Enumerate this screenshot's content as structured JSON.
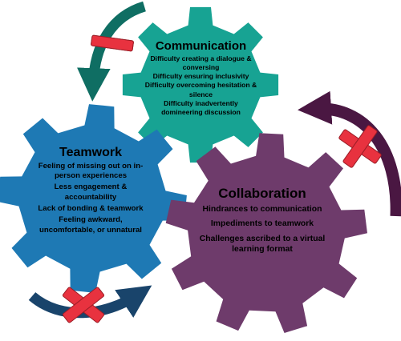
{
  "diagram": {
    "gears": [
      {
        "key": "communication",
        "title": "Communication",
        "color": "#17a393",
        "items": [
          "Difficulty creating a dialogue & conversing",
          "Difficulty ensuring inclusivity",
          "Difficulty overcoming hesitation & silence",
          "Difficulty inadvertently domineering discussion"
        ]
      },
      {
        "key": "teamwork",
        "title": "Teamwork",
        "color": "#1e79b4",
        "items": [
          "Feeling of missing out on in-person experiences",
          "Less engagement & accountability",
          "Lack of bonding & teamwork",
          "Feeling awkward, uncomfortable, or unnatural"
        ]
      },
      {
        "key": "collaboration",
        "title": "Collaboration",
        "color": "#6e3b6b",
        "items": [
          "Hindrances to communication",
          "Impediments to teamwork",
          "Challenges ascribed to a virtual learning format"
        ]
      }
    ],
    "arrows": [
      {
        "key": "top-left",
        "color": "#0f6e63",
        "blocked": true,
        "icon": "cross-icon"
      },
      {
        "key": "right",
        "color": "#4a1742",
        "blocked": true,
        "icon": "cross-icon"
      },
      {
        "key": "bottom-left",
        "color": "#19446b",
        "blocked": true,
        "icon": "cross-icon"
      }
    ],
    "cross_color": "#e8323f"
  }
}
